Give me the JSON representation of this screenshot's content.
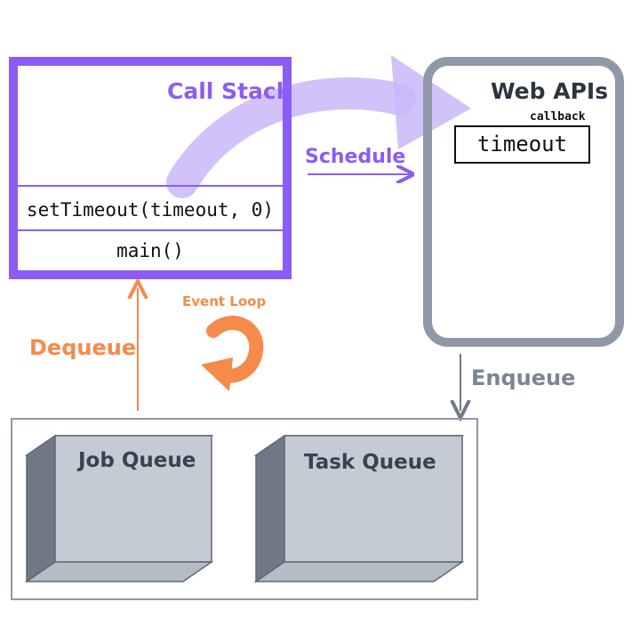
{
  "call_stack": {
    "title": "Call Stack",
    "frames": [
      "setTimeout(timeout, 0)",
      "main()"
    ]
  },
  "web_apis": {
    "title": "Web APIs",
    "callback_label": "callback",
    "callback_name": "timeout"
  },
  "arrows": {
    "schedule": "Schedule",
    "enqueue": "Enqueue",
    "dequeue": "Dequeue",
    "event_loop": "Event Loop"
  },
  "queues": {
    "job": "Job Queue",
    "task": "Task Queue"
  },
  "colors": {
    "purple": "#8b5cf6",
    "light_purple": "#c9b8f9",
    "orange": "#f58a4b",
    "gray": "#8f98a6",
    "box_front": "#c4cbd4",
    "box_top": "#dde2e8",
    "box_side": "#6f7986"
  }
}
